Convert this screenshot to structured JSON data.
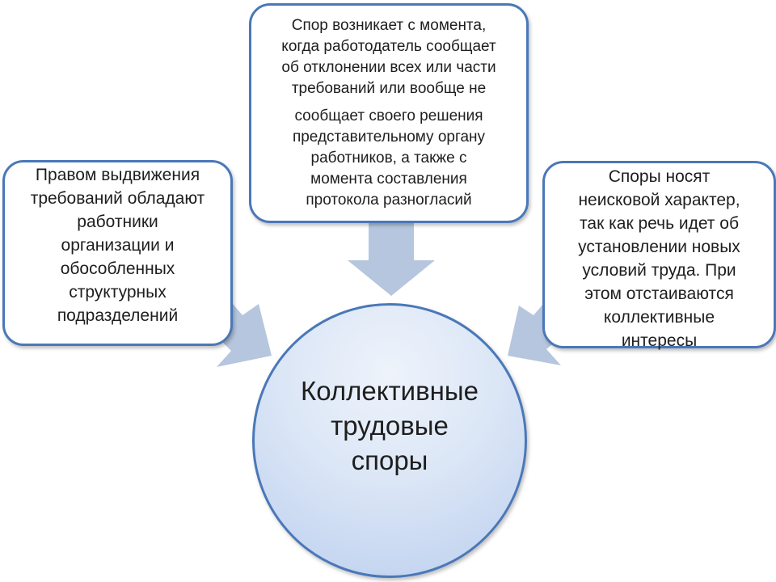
{
  "center": {
    "lines": [
      "Коллективные",
      "трудовые",
      "споры"
    ]
  },
  "top_box": {
    "lines_a": [
      "Спор возникает с момента,",
      "когда работодатель сообщает",
      "об отклонении всех или части",
      "требований или вообще не"
    ],
    "lines_b": [
      "сообщает своего решения",
      "представительному органу",
      "работников, а также с",
      "момента составления",
      "протокола разногласий"
    ]
  },
  "left_box": {
    "lines": [
      "Правом выдвижения",
      "требований обладают",
      "работники",
      "организации и",
      "обособленных",
      "структурных",
      "подразделений"
    ]
  },
  "right_box": {
    "lines": [
      "Споры носят",
      "неисковой характер,",
      "так как речь идет об",
      "установлении новых",
      "условий труда. При",
      "этом отстаиваются",
      "коллективные",
      "интересы"
    ]
  },
  "colors": {
    "border": "#4a78b8",
    "arrow": "#b5c6de",
    "circle_fill": "#dbe6f6"
  }
}
